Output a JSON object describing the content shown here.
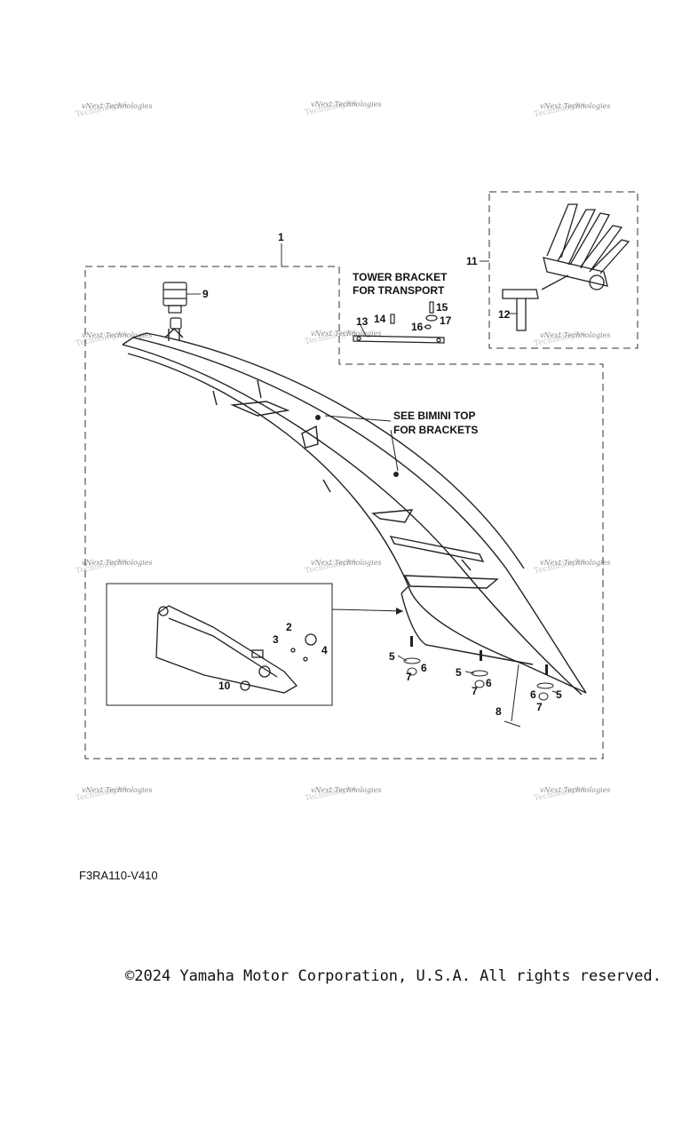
{
  "callouts": [
    "1",
    "2",
    "3",
    "4",
    "5",
    "5",
    "5",
    "6",
    "6",
    "6",
    "7",
    "7",
    "7",
    "8",
    "9",
    "10",
    "11",
    "12",
    "13",
    "14",
    "15",
    "16",
    "17"
  ],
  "notes": {
    "tower_bracket_line1": "TOWER BRACKET",
    "tower_bracket_line2": "FOR TRANSPORT",
    "bimini_line1": "SEE BIMINI TOP",
    "bimini_line2": "FOR BRACKETS"
  },
  "watermark": {
    "text": "vNext Technologies"
  },
  "diagram_code": "F3RA110-V410",
  "copyright": "©2024 Yamaha Motor Corporation, U.S.A. All rights reserved."
}
